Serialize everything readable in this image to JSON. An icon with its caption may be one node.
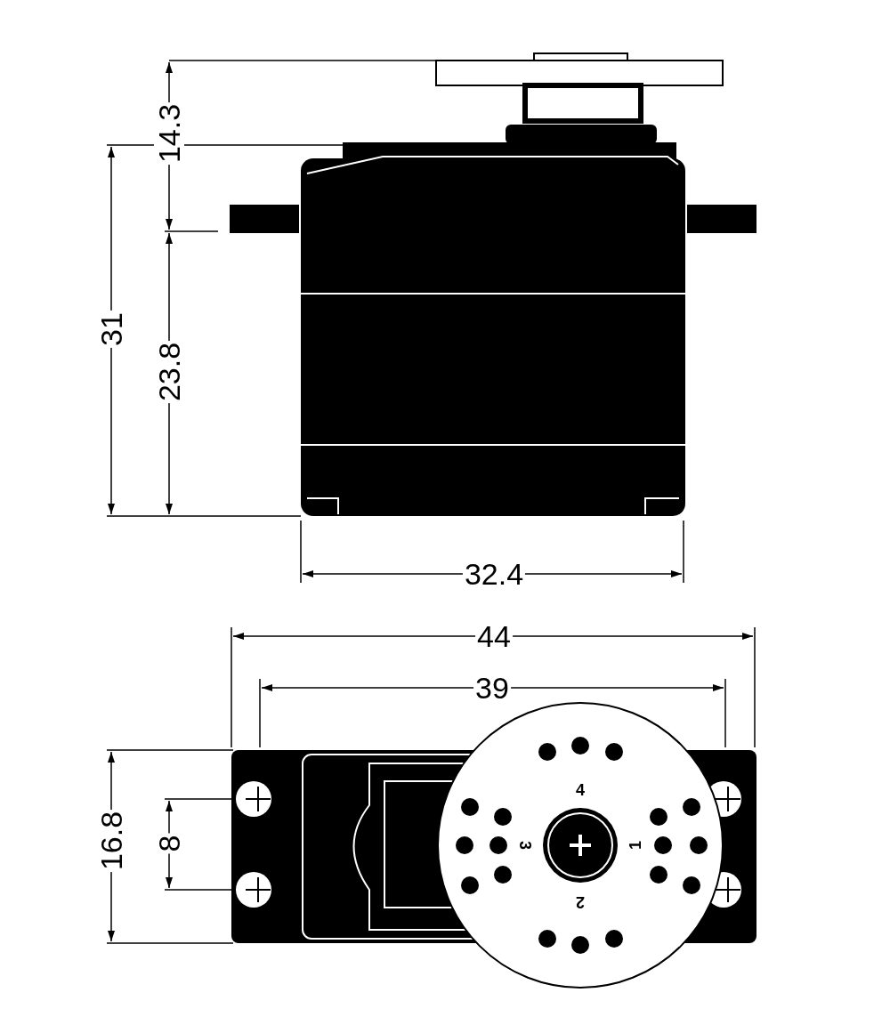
{
  "diagram": {
    "labels": [
      "14.3",
      "31",
      "23.8",
      "32.4",
      "44",
      "39",
      "4",
      "16.8",
      "8",
      "3",
      "1",
      "2"
    ]
  }
}
